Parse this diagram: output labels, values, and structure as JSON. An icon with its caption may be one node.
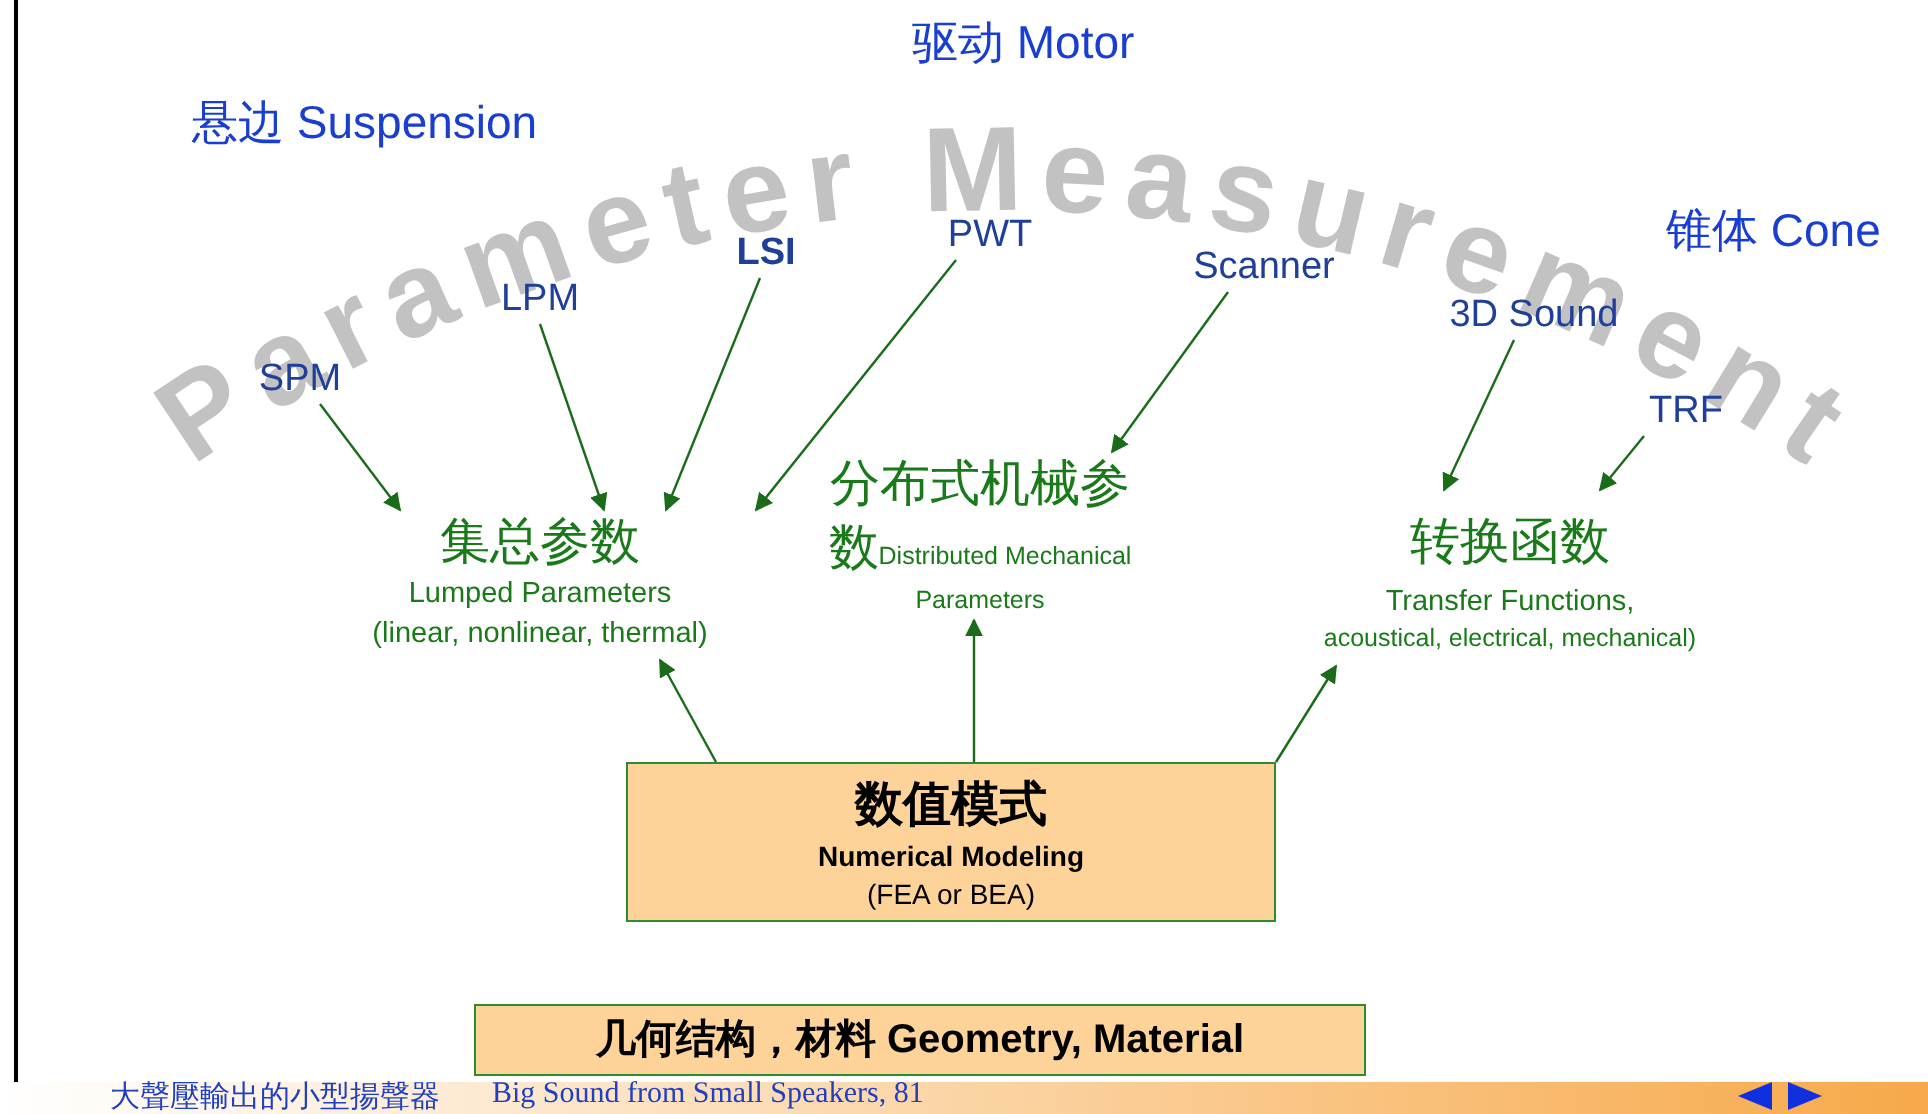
{
  "diagram": {
    "nodes": [
      {
        "text": [
          "SPM"
        ]
      },
      {
        "text": [
          "LPM"
        ]
      },
      {
        "text": [
          "LSI"
        ]
      },
      {
        "text": [
          "PWT"
        ]
      },
      {
        "text": [
          "Scanner"
        ]
      },
      {
        "text": [
          "3D Sound"
        ]
      },
      {
        "text": [
          "TRF"
        ]
      },
      {
        "text": [
          "集总参数",
          "Lumped Parameters (linear, nonlinear, thermal)"
        ]
      },
      {
        "text": [
          "分布式机械参数",
          "Distributed Mechanical Parameters"
        ]
      },
      {
        "text": [
          "转换函数",
          "Transfer Functions,",
          "acoustical, electrical, mechanical)"
        ]
      },
      {
        "text": [
          "数值模式",
          "Numerical Modeling",
          "(FEA or BEA)"
        ]
      },
      {
        "text": [
          "几何结构，材料 Geometry, Material"
        ]
      }
    ],
    "edges": [
      {
        "from": 0,
        "to": 7,
        "arrow": "to"
      },
      {
        "from": 1,
        "to": 7,
        "arrow": "to"
      },
      {
        "from": 2,
        "to": 7,
        "arrow": "to"
      },
      {
        "from": 3,
        "to": 7,
        "arrow": "to"
      },
      {
        "from": 4,
        "to": 8,
        "arrow": "to"
      },
      {
        "from": 5,
        "to": 9,
        "arrow": "to"
      },
      {
        "from": 6,
        "to": 9,
        "arrow": "to"
      },
      {
        "from": 10,
        "to": 7,
        "arrow": "to"
      },
      {
        "from": 10,
        "to": 8,
        "arrow": "to"
      },
      {
        "from": 10,
        "to": 9,
        "arrow": "to"
      }
    ],
    "labels": [
      "驱动 Motor",
      "悬边 Suspension",
      "Parameter Measurement",
      "锥体 Cone",
      "大聲壓輸出的小型揚聲器",
      "Big Sound from Small Speakers, 81"
    ]
  }
}
